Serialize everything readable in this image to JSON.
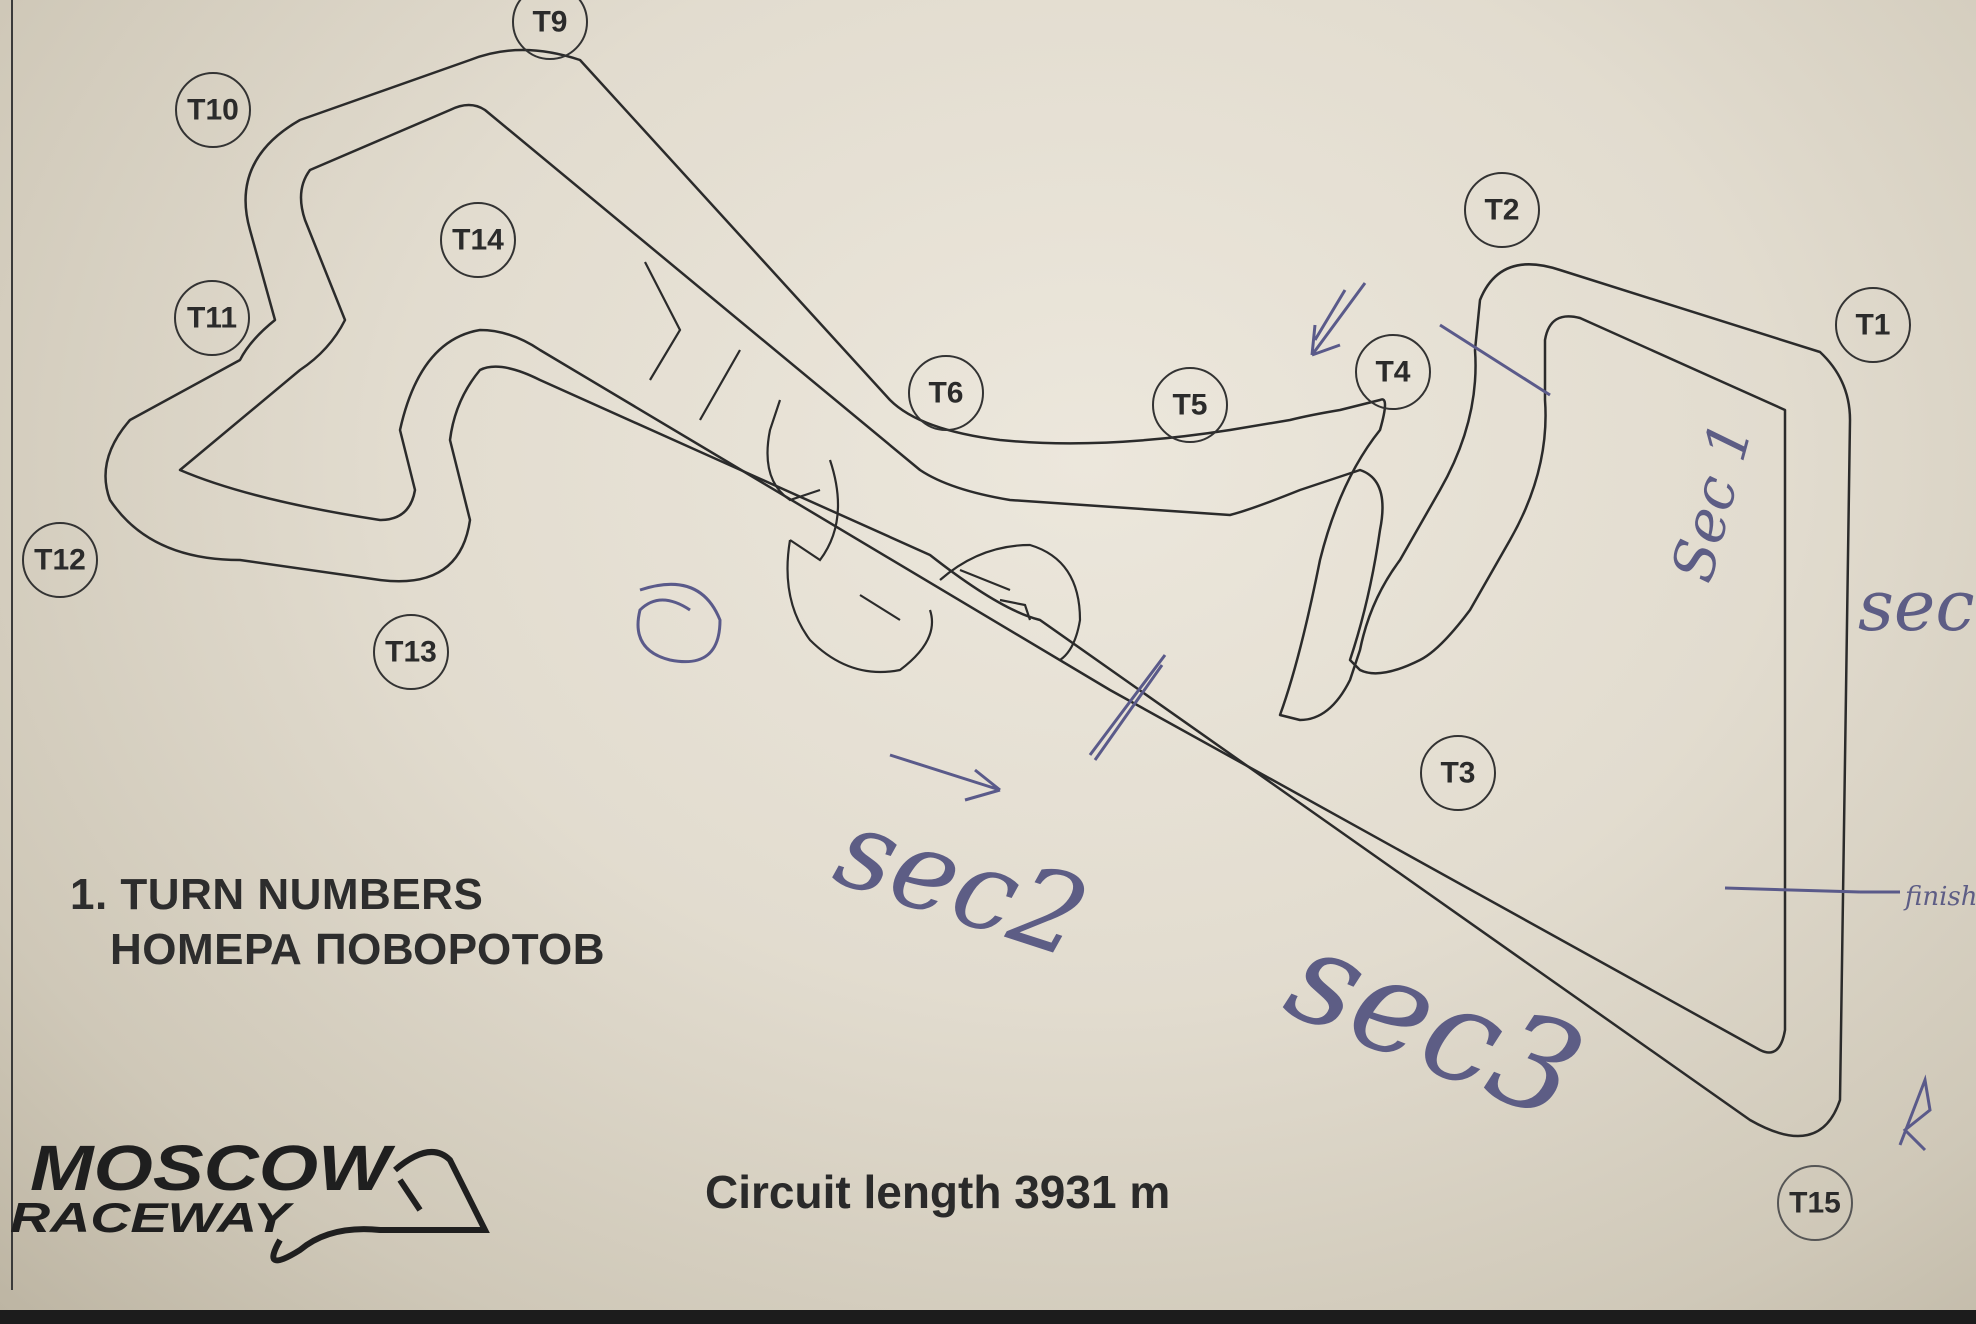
{
  "document": {
    "heading_line1": "1. TURN NUMBERS",
    "heading_line2": "НОМЕРА ПОВОРОТОВ",
    "circuit_length": "Circuit length 3931 m",
    "logo_line1": "MOSCOW",
    "logo_line2": "RACEWAY"
  },
  "turns": [
    "T1",
    "T2",
    "T3",
    "T4",
    "T5",
    "T6",
    "T9",
    "T10",
    "T11",
    "T12",
    "T13",
    "T14",
    "T15"
  ],
  "handwriting": {
    "sec1": "Sec 1",
    "sec2": "sec2",
    "sec3": "sec3",
    "sec_right": "sec",
    "finish_note": "finish"
  }
}
